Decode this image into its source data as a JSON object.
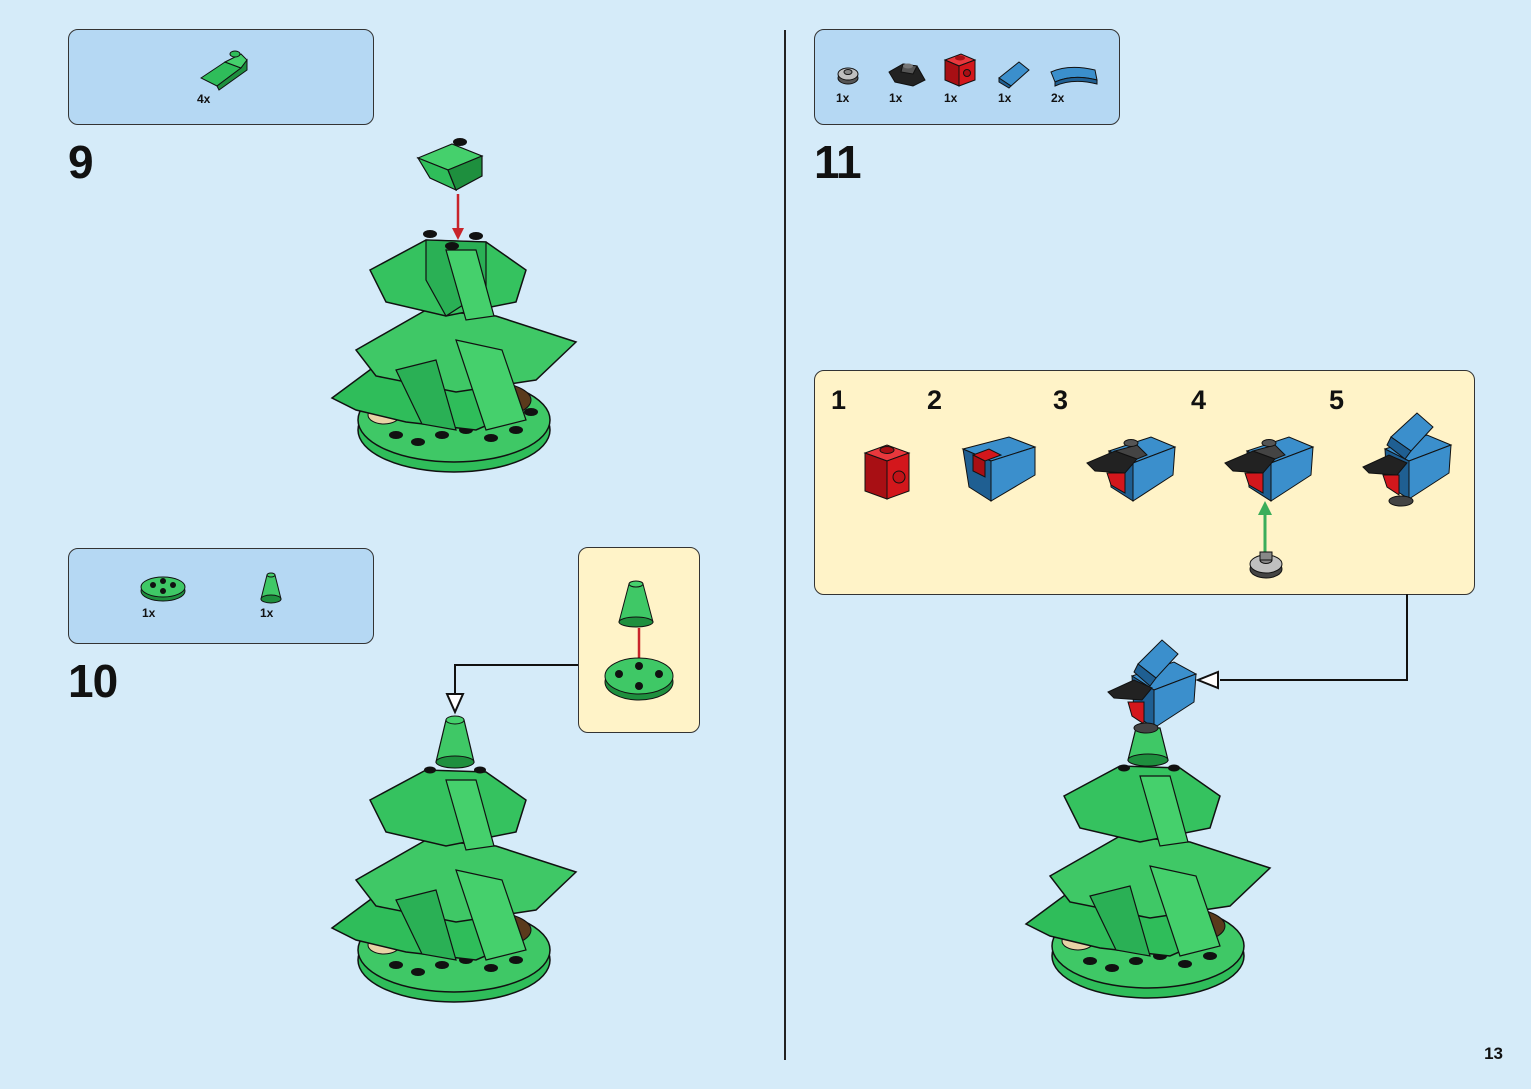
{
  "page": {
    "number": "13"
  },
  "colors": {
    "background": "#d5ebf9",
    "parts_box": "#b5d8f3",
    "callout": "#fff3c8",
    "green": "#2fbd5a",
    "dark_green": "#1e8f3e",
    "red": "#d3171c",
    "blue": "#3b8fcc",
    "black": "#222222",
    "tan": "#e8d3a6",
    "arrow_red": "#c8242b",
    "arrow_green": "#3aad5a"
  },
  "steps": [
    {
      "number": "9",
      "parts": [
        {
          "qty": "4x",
          "icon": "green-slope-brick-icon"
        }
      ]
    },
    {
      "number": "10",
      "parts": [
        {
          "qty": "1x",
          "icon": "green-round-plate-icon"
        },
        {
          "qty": "1x",
          "icon": "green-cone-icon"
        }
      ]
    },
    {
      "number": "11",
      "parts": [
        {
          "qty": "1x",
          "icon": "gray-round-plate-icon"
        },
        {
          "qty": "1x",
          "icon": "black-beak-wedge-icon"
        },
        {
          "qty": "1x",
          "icon": "red-headlight-brick-icon"
        },
        {
          "qty": "1x",
          "icon": "blue-wedge-slope-icon"
        },
        {
          "qty": "2x",
          "icon": "blue-curved-slope-icon"
        }
      ],
      "substeps": [
        "1",
        "2",
        "3",
        "4",
        "5"
      ]
    }
  ]
}
